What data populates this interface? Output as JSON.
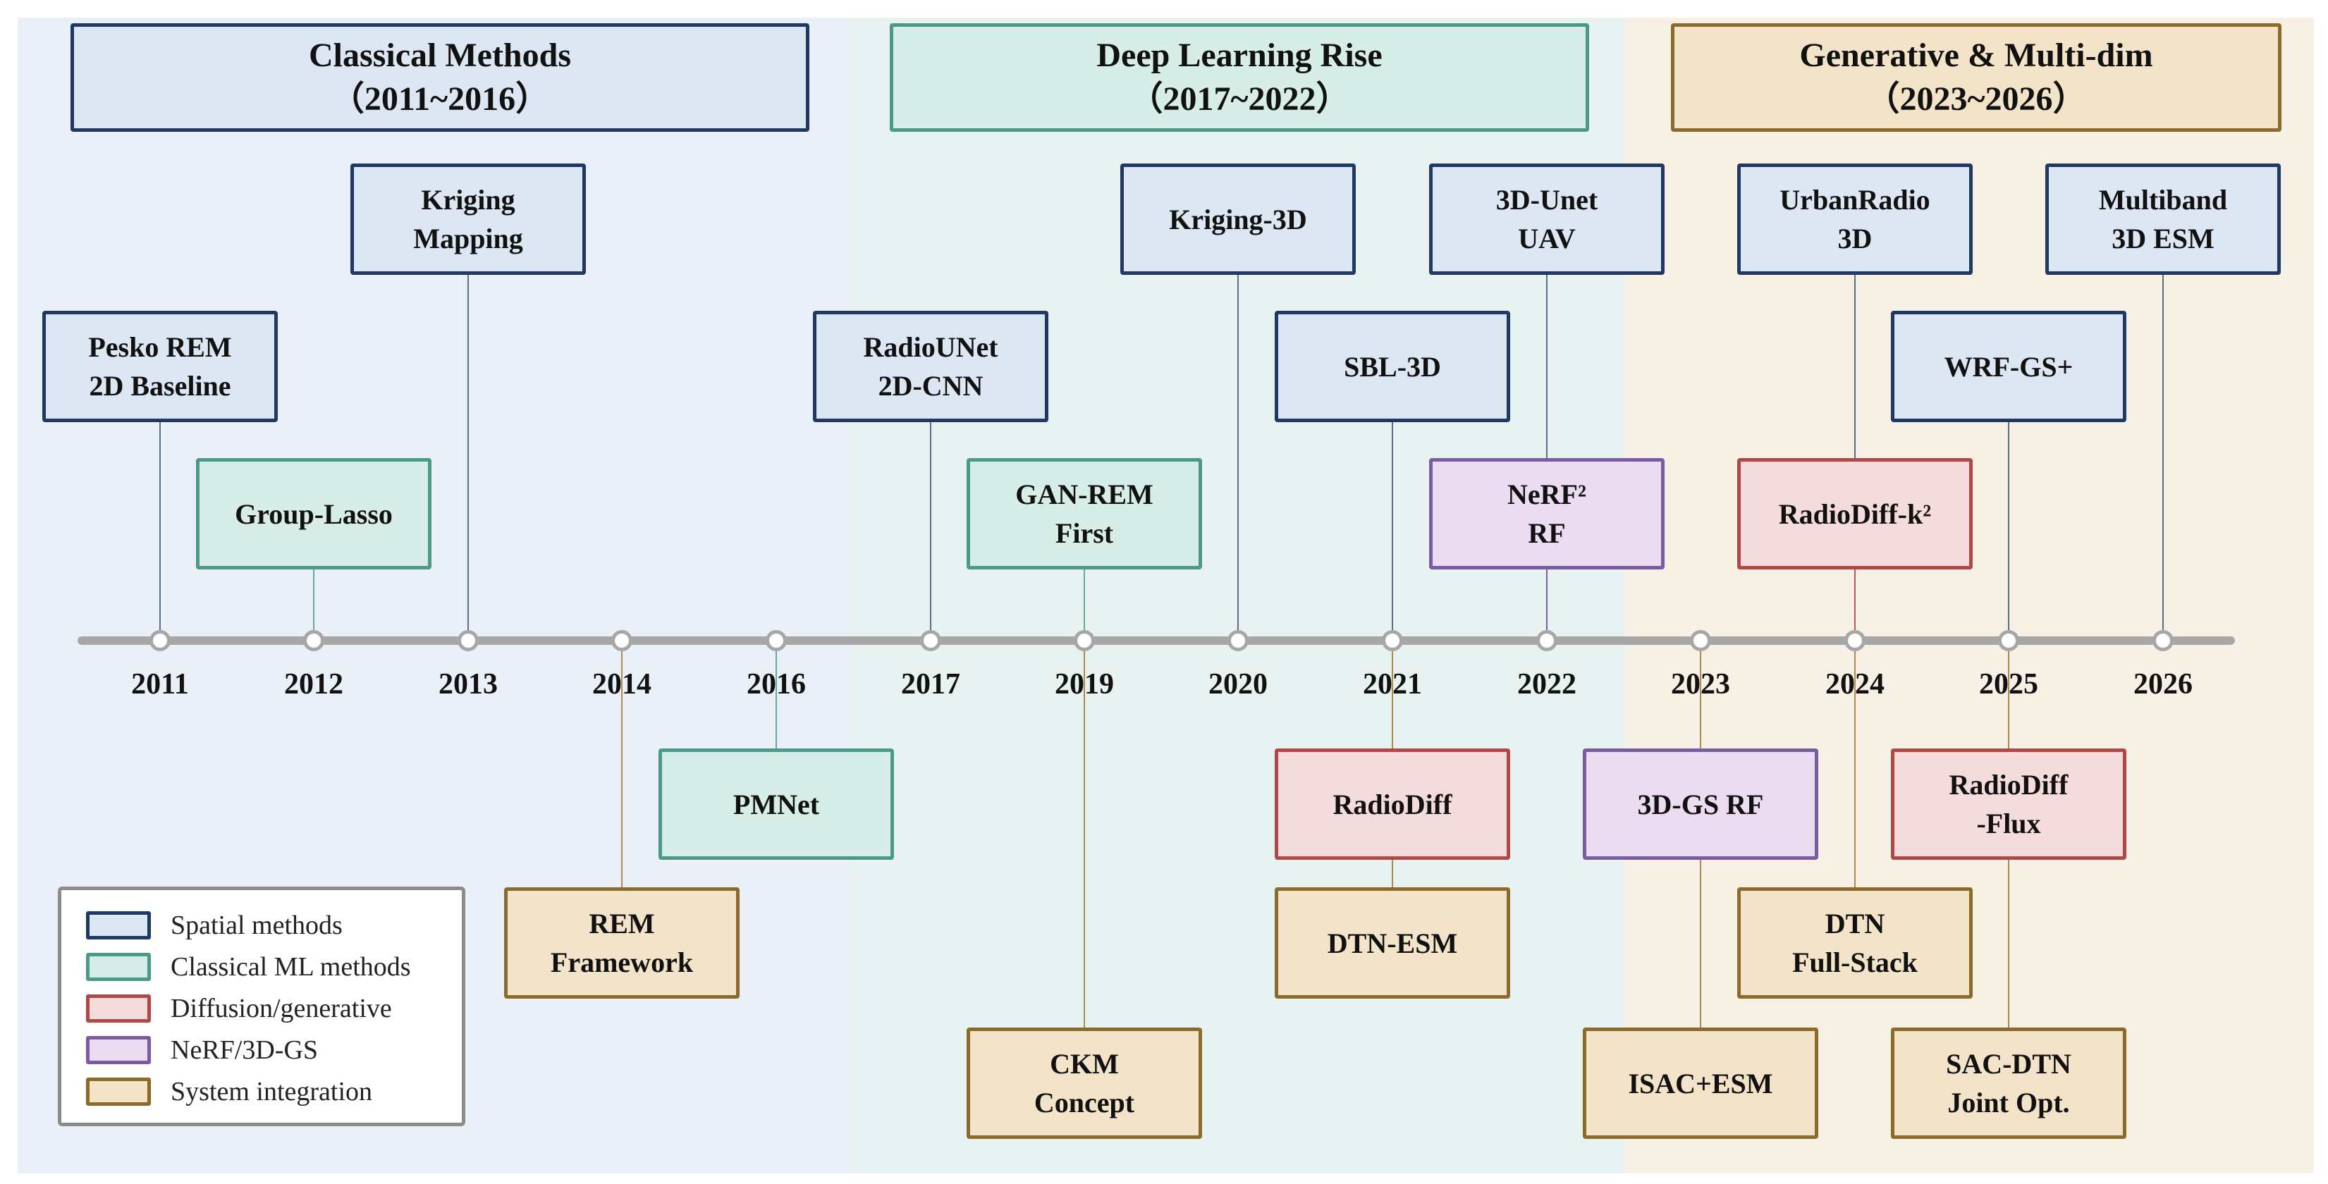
{
  "eras": [
    {
      "key": "classical",
      "title": "Classical Methods",
      "range": "（2011~2016）",
      "category": "spatial"
    },
    {
      "key": "deep",
      "title": "Deep Learning Rise",
      "range": "（2017~2022）",
      "category": "ml"
    },
    {
      "key": "gen",
      "title": "Generative & Multi-dim",
      "range": "（2023~2026）",
      "category": "integration"
    }
  ],
  "years": [
    "2011",
    "2012",
    "2013",
    "2014",
    "2016",
    "2017",
    "2019",
    "2020",
    "2021",
    "2022",
    "2023",
    "2024",
    "2025",
    "2026"
  ],
  "categories": {
    "spatial": {
      "label": "Spatial methods",
      "color": "#1f3864",
      "fill": "#dce7f3"
    },
    "ml": {
      "label": "Classical ML methods",
      "color": "#4a9a86",
      "fill": "#d6eee7"
    },
    "diffusion": {
      "label": "Diffusion/generative",
      "color": "#b04848",
      "fill": "#f5dcdc"
    },
    "nerf": {
      "label": "NeRF/3D-GS",
      "color": "#7a5ca0",
      "fill": "#ecdcf2"
    },
    "integration": {
      "label": "System integration",
      "color": "#8b6b2a",
      "fill": "#f3e3c8"
    }
  },
  "legend": [
    "spatial",
    "ml",
    "diffusion",
    "nerf",
    "integration"
  ],
  "milestones": [
    {
      "year": "2011",
      "lines": [
        "Pesko REM",
        "2D Baseline"
      ],
      "category": "spatial"
    },
    {
      "year": "2012",
      "lines": [
        "Group-Lasso"
      ],
      "category": "ml"
    },
    {
      "year": "2013",
      "lines": [
        "Kriging",
        "Mapping"
      ],
      "category": "spatial"
    },
    {
      "year": "2014",
      "lines": [
        "REM",
        "Framework"
      ],
      "category": "integration"
    },
    {
      "year": "2016",
      "lines": [
        "PMNet"
      ],
      "category": "ml"
    },
    {
      "year": "2017",
      "lines": [
        "RadioUNet",
        "2D-CNN"
      ],
      "category": "spatial"
    },
    {
      "year": "2019",
      "lines": [
        "GAN-REM",
        "First"
      ],
      "category": "ml"
    },
    {
      "year": "2019",
      "lines": [
        "CKM",
        "Concept"
      ],
      "category": "integration"
    },
    {
      "year": "2020",
      "lines": [
        "Kriging-3D"
      ],
      "category": "spatial"
    },
    {
      "year": "2021",
      "lines": [
        "SBL-3D"
      ],
      "category": "spatial"
    },
    {
      "year": "2021",
      "lines": [
        "RadioDiff"
      ],
      "category": "diffusion"
    },
    {
      "year": "2021",
      "lines": [
        "DTN-ESM"
      ],
      "category": "integration"
    },
    {
      "year": "2022",
      "lines": [
        "3D-Unet",
        "UAV"
      ],
      "category": "spatial"
    },
    {
      "year": "2022",
      "lines": [
        "NeRF²",
        "RF"
      ],
      "category": "nerf"
    },
    {
      "year": "2023",
      "lines": [
        "3D-GS RF"
      ],
      "category": "nerf"
    },
    {
      "year": "2023",
      "lines": [
        "ISAC+ESM"
      ],
      "category": "integration"
    },
    {
      "year": "2024",
      "lines": [
        "UrbanRadio",
        "3D"
      ],
      "category": "spatial"
    },
    {
      "year": "2024",
      "lines": [
        "RadioDiff-k²"
      ],
      "category": "diffusion"
    },
    {
      "year": "2024",
      "lines": [
        "DTN",
        "Full-Stack"
      ],
      "category": "integration"
    },
    {
      "year": "2025",
      "lines": [
        "WRF-GS+"
      ],
      "category": "spatial"
    },
    {
      "year": "2025",
      "lines": [
        "RadioDiff",
        "-Flux"
      ],
      "category": "diffusion"
    },
    {
      "year": "2025",
      "lines": [
        "SAC-DTN",
        "Joint Opt."
      ],
      "category": "integration"
    },
    {
      "year": "2026",
      "lines": [
        "Multiband",
        "3D ESM"
      ],
      "category": "spatial"
    }
  ]
}
